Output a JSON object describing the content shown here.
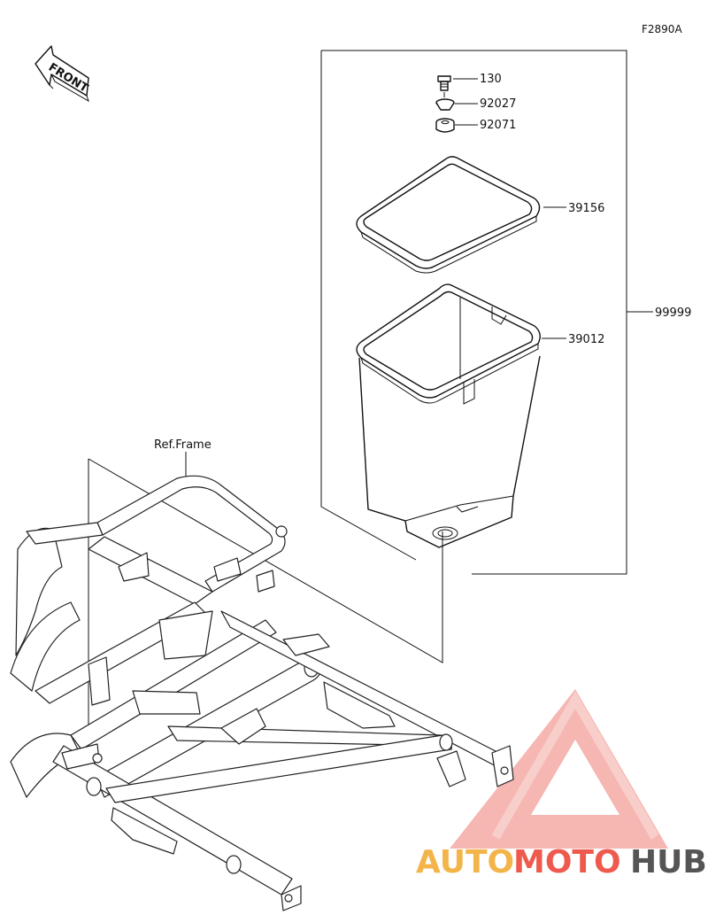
{
  "figure_id": "F2890A",
  "front_label": "FRONT",
  "ref_label": "Ref.Frame",
  "parts": [
    {
      "number": "130"
    },
    {
      "number": "92027"
    },
    {
      "number": "92071"
    },
    {
      "number": "39156"
    },
    {
      "number": "39012"
    },
    {
      "number": "99999"
    }
  ],
  "watermark": {
    "auto": "AUTO",
    "moto": "MOTO",
    "hub": "HUB",
    "colors": {
      "auto": "#f3b449",
      "moto": "#ef5a4e",
      "hub": "#555555",
      "triangle": "#f4a6a1"
    }
  }
}
